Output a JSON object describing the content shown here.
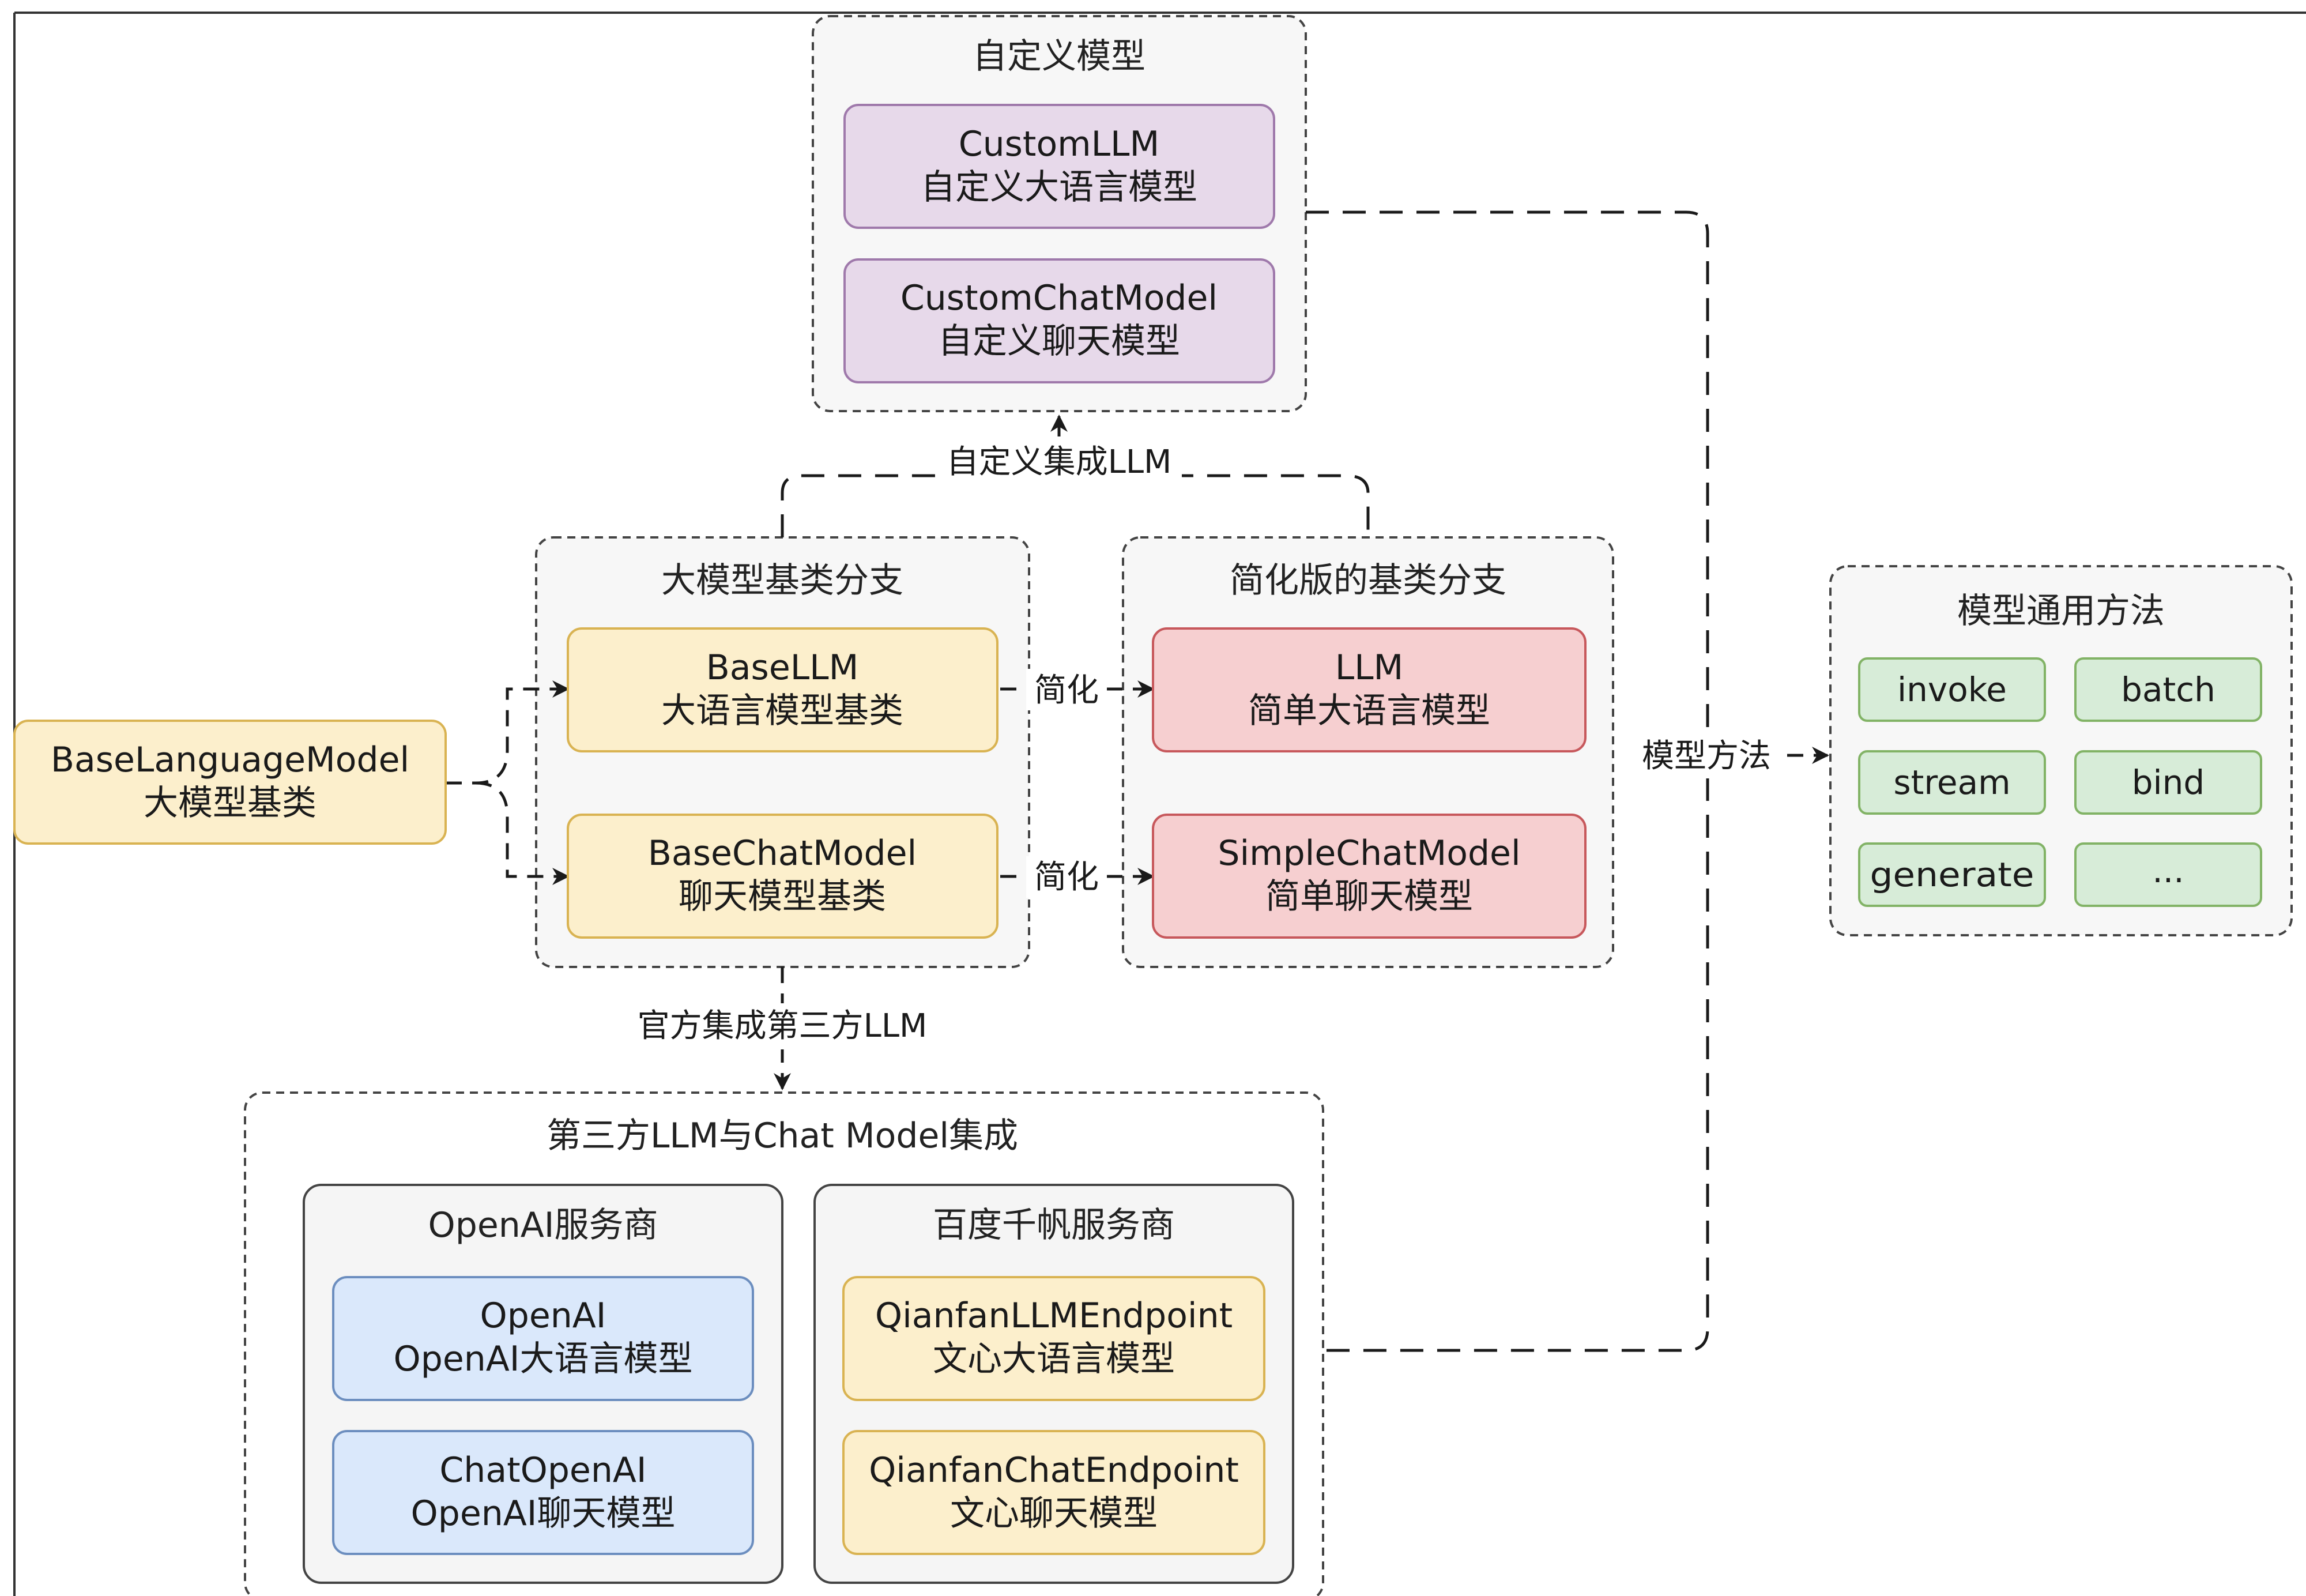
{
  "colors": {
    "purple_fill": "#e7d9ea",
    "purple_stroke": "#9f79ab",
    "yellow_fill": "#fcefcc",
    "yellow_stroke": "#d9b352",
    "red_fill": "#f6cfd0",
    "red_stroke": "#c7585c",
    "blue_fill": "#dae8fb",
    "blue_stroke": "#6c8ebf",
    "green_fill": "#d7ecd8",
    "green_stroke": "#82b366",
    "line": "#1a1a1a"
  },
  "groups": {
    "custom_model": {
      "title": "自定义模型"
    },
    "base_branch": {
      "title": "大模型基类分支"
    },
    "simple_branch": {
      "title": "简化版的基类分支"
    },
    "methods": {
      "title": "模型通用方法"
    },
    "third_party": {
      "title": "第三方LLM与Chat Model集成"
    },
    "openai_provider": {
      "title": "OpenAI服务商"
    },
    "baidu_provider": {
      "title": "百度千帆服务商"
    }
  },
  "nodes": {
    "custom_llm": {
      "line1": "CustomLLM",
      "line2": "自定义大语言模型"
    },
    "custom_chat_model": {
      "line1": "CustomChatModel",
      "line2": "自定义聊天模型"
    },
    "base_language_model": {
      "line1": "BaseLanguageModel",
      "line2": "大模型基类"
    },
    "base_llm": {
      "line1": "BaseLLM",
      "line2": "大语言模型基类"
    },
    "base_chat_model": {
      "line1": "BaseChatModel",
      "line2": "聊天模型基类"
    },
    "llm": {
      "line1": "LLM",
      "line2": "简单大语言模型"
    },
    "simple_chat_model": {
      "line1": "SimpleChatModel",
      "line2": "简单聊天模型"
    },
    "openai": {
      "line1": "OpenAI",
      "line2": "OpenAI大语言模型"
    },
    "chat_openai": {
      "line1": "ChatOpenAI",
      "line2": "OpenAI聊天模型"
    },
    "qianfan_llm": {
      "line1": "QianfanLLMEndpoint",
      "line2": "文心大语言模型"
    },
    "qianfan_chat": {
      "line1": "QianfanChatEndpoint",
      "line2": "文心聊天模型"
    }
  },
  "methods": [
    "invoke",
    "batch",
    "stream",
    "bind",
    "generate",
    "..."
  ],
  "edges": {
    "custom_integration": "自定义集成LLM",
    "simplify_1": "简化",
    "simplify_2": "简化",
    "model_methods": "模型方法",
    "official_integration": "官方集成第三方LLM"
  }
}
